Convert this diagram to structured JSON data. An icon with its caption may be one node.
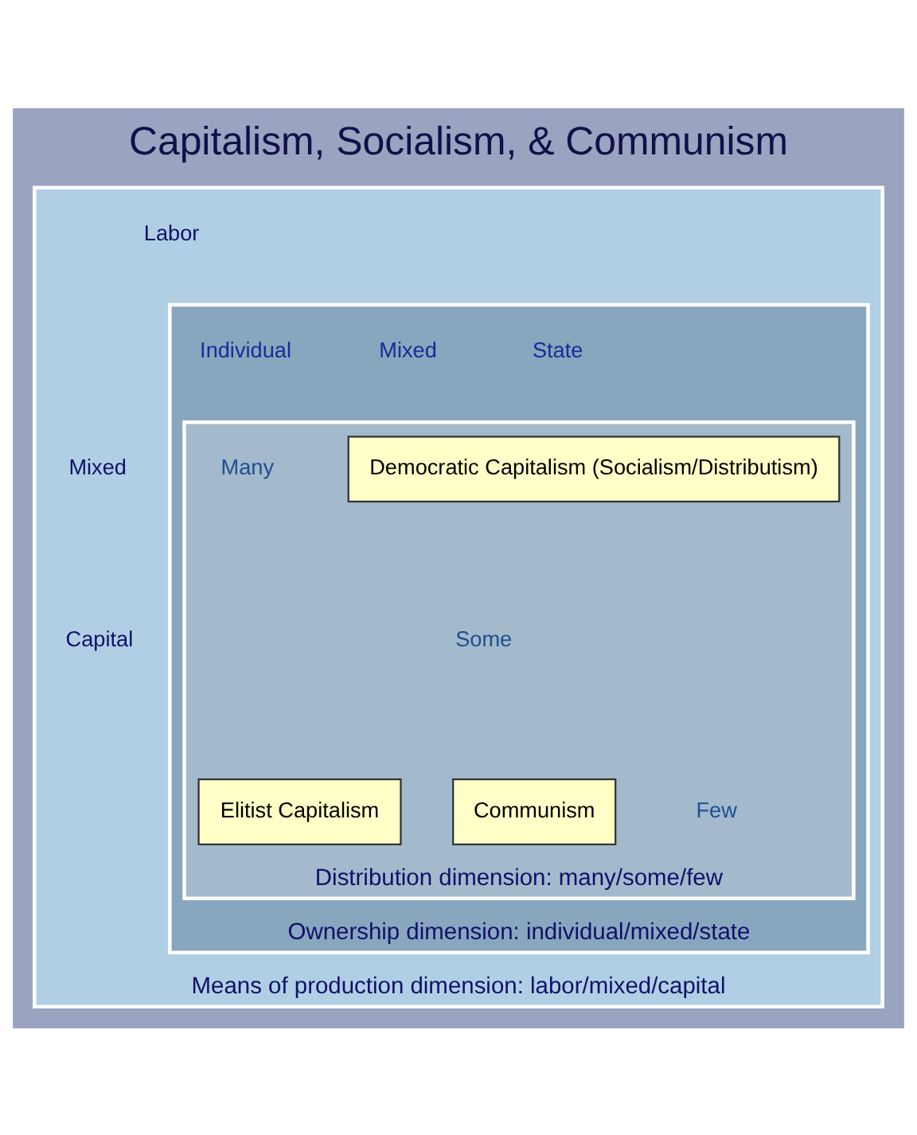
{
  "diagram": {
    "title": "Capitalism, Socialism, & Communism",
    "nodes": [
      {
        "text": [
          "Means of production dimension: labor/mixed/capital"
        ]
      },
      {
        "text": [
          "Ownership dimension: individual/mixed/state"
        ],
        "in": 0
      },
      {
        "text": [
          "Distribution dimension: many/some/few"
        ],
        "in": 1
      },
      {
        "text": [
          "Democratic Capitalism (Socialism/Distributism)"
        ],
        "in": 2
      },
      {
        "text": [
          "Elitist Capitalism"
        ],
        "in": 2
      },
      {
        "text": [
          "Communism"
        ],
        "in": 2
      }
    ],
    "edges": [],
    "labels": [
      "Labor",
      "Mixed",
      "Capital",
      "Individual",
      "Mixed",
      "State",
      "Many",
      "Some",
      "Few"
    ]
  }
}
